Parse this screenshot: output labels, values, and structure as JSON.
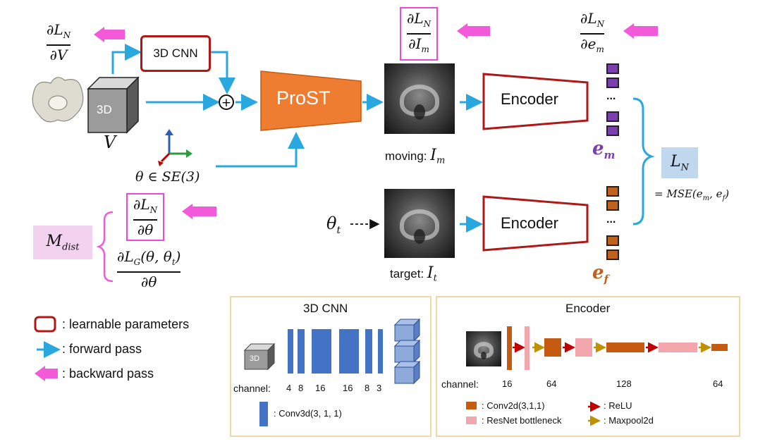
{
  "gradients": {
    "dV": {
      "num": "∂L",
      "num_sub": "N",
      "den": "∂V"
    },
    "dIm": {
      "num": "∂L",
      "num_sub": "N",
      "den": "∂I",
      "den_sub": "m"
    },
    "dem": {
      "num": "∂L",
      "num_sub": "N",
      "den": "∂e",
      "den_sub": "m"
    },
    "dtheta": {
      "num": "∂L",
      "num_sub": "N",
      "den": "∂θ"
    },
    "dLG": {
      "num": "∂L",
      "num_sub": "G",
      "num_tail": "(θ, θ",
      "num_tail_sub": "t",
      "num_end": ")",
      "den": "∂θ"
    }
  },
  "labels": {
    "cnn": "3D CNN",
    "volume_cube": "3D",
    "volume_var": "V",
    "pose": "θ ∈ SE(3)",
    "prost": "ProST",
    "encoder_top": "Encoder",
    "encoder_bottom": "Encoder",
    "moving_prefix": "moving: ",
    "moving_var": "I",
    "moving_sub": "m",
    "target_prefix": "target: ",
    "target_var": "I",
    "target_sub": "t",
    "theta_t": "θ",
    "theta_t_sub": "t",
    "em": "e",
    "em_sub": "m",
    "ef": "e",
    "ef_sub": "f",
    "dots_top": "...",
    "dots_bottom": "...",
    "loss": "L",
    "loss_sub": "N",
    "mse": "= MSE(e",
    "mse_sub1": "m",
    "mse_mid": ", e",
    "mse_sub2": "f",
    "mse_end": ")",
    "mdist": "M",
    "mdist_sub": "dist"
  },
  "legend": {
    "learnable": ": learnable parameters",
    "forward": ": forward pass",
    "backward": ": backward pass"
  },
  "cnn_panel": {
    "title": "3D CNN",
    "cube": "3D",
    "channel_label": "channel:",
    "channels": [
      "4",
      "8",
      "16",
      "16",
      "8",
      "3"
    ],
    "conv_label": ":  Conv3d(3, 1, 1)"
  },
  "encoder_panel": {
    "title": "Encoder",
    "channel_label": "channel:",
    "channels": [
      "16",
      "64",
      "128",
      "64"
    ],
    "legend_conv": ": Conv2d(3,1,1)",
    "legend_resnet": ": ResNet bottleneck",
    "legend_relu": ": ReLU",
    "legend_maxpool": ": Maxpool2d"
  },
  "colors": {
    "forward": "#29a8e0",
    "backward": "#f25ad9",
    "learnable": "#b01818",
    "prost": "#ee7d31",
    "purple": "#7b3fb0",
    "brown": "#c0611e",
    "loss_box": "#bfd8ee",
    "mdist_box": "#f3d2f0",
    "cnn_block": "#4472c4",
    "conv2d": "#c55a11",
    "resnet": "#f4a6ad",
    "relu": "#c00000",
    "maxpool": "#bf9000"
  }
}
